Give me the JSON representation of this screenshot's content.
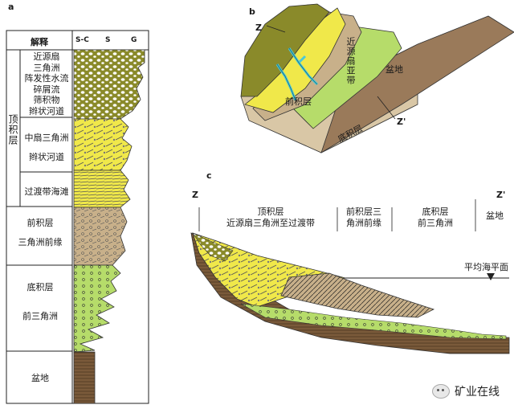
{
  "panel_a": {
    "letter": "a",
    "header": {
      "title": "解释",
      "cols": [
        "S-C",
        "S",
        "G"
      ]
    },
    "topset": "顶积层",
    "units": [
      {
        "lines": [
          "近源扇",
          "三角洲",
          "阵发性水流",
          "碎屑流",
          "筛积物",
          "辫状河道"
        ]
      },
      {
        "lines": [
          "中扇三角洲",
          "辫状河道"
        ]
      },
      {
        "lines": [
          "过渡带海滩"
        ]
      },
      {
        "lines": [
          "前积层",
          "三角洲前缘"
        ]
      },
      {
        "lines": [
          "底积层",
          "前三角洲"
        ]
      },
      {
        "lines": [
          "盆地"
        ]
      }
    ]
  },
  "panel_b": {
    "letter": "b",
    "labels": {
      "z": "Z",
      "z_prime": "Z'",
      "basin": "盆地",
      "foreset": "前积层",
      "bottomset": "底积层",
      "topset_vertical": "近源扇亚带"
    }
  },
  "panel_c": {
    "letter": "c",
    "z": "Z",
    "z_prime": "Z'",
    "zones": [
      {
        "lines": [
          "顶积层",
          "近源扇三角洲至过渡带"
        ]
      },
      {
        "lines": [
          "前积层三",
          "角洲前缘"
        ]
      },
      {
        "lines": [
          "底积层",
          "前三角洲"
        ]
      },
      {
        "lines": [
          "盆地"
        ]
      }
    ],
    "sea_level": "平均海平面"
  },
  "watermark": "矿业在线",
  "colors": {
    "olive": "#8a8a2a",
    "yellow": "#f0e84a",
    "tan": "#c8b08a",
    "light_green": "#b6dc6a",
    "brown": "#7a5a3a",
    "cyan": "#4ac8d8"
  }
}
